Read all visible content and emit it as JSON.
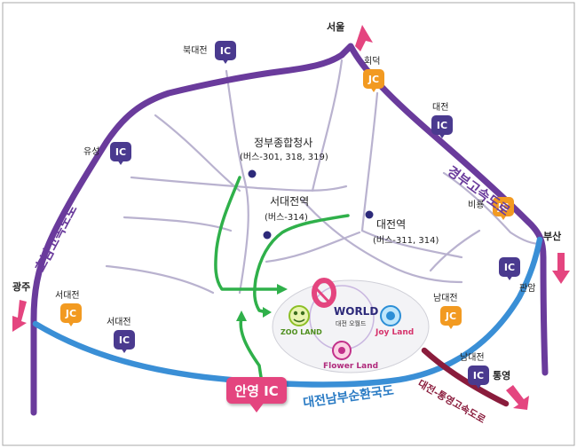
{
  "labels": {
    "seoul": "서울",
    "busan": "부산",
    "gwangju": "광주",
    "tongyeong": "통영",
    "bukdaejeon": "북대전",
    "hoedeok": "회덕",
    "daejeon_ic": "대전",
    "yuseong": "유성",
    "biryong": "비룡",
    "panam": "판암",
    "seodaejeon_jc": "서대전",
    "seodaejeon_ic": "서대전",
    "nam_daejeon_jc": "남대전",
    "nam_daejeon_ic": "남대전"
  },
  "markers": {
    "ic": "IC",
    "jc": "JC"
  },
  "places": {
    "government": {
      "name": "정부종합청사",
      "bus": "(버스-301, 318, 319)"
    },
    "seodaejeon_station": {
      "name": "서대전역",
      "bus": "(버스-314)"
    },
    "daejeon_station": {
      "name": "대전역",
      "bus": "(버스-311, 314)"
    }
  },
  "highways": {
    "gyeongbu": "경부고속도로",
    "honam": "호남고속도로",
    "ring": "대전남부순환국도",
    "tongyeong": "대전-통영고속도로"
  },
  "destination": {
    "label": "안영 IC"
  },
  "park": {
    "world": "WORLD",
    "world_sub": "대전 오월드",
    "zoo": "ZOO LAND",
    "joy": "Joy Land",
    "flower": "Flower Land"
  },
  "colors": {
    "purple_road": "#6a3b9c",
    "blue_road": "#3a8fd6",
    "red_road": "#8a1c3c",
    "green_route": "#2fb04a",
    "pink": "#e4457f",
    "ic_marker": "#4a3a8f",
    "jc_marker": "#f29a21",
    "local_road": "#b9b2cf"
  }
}
